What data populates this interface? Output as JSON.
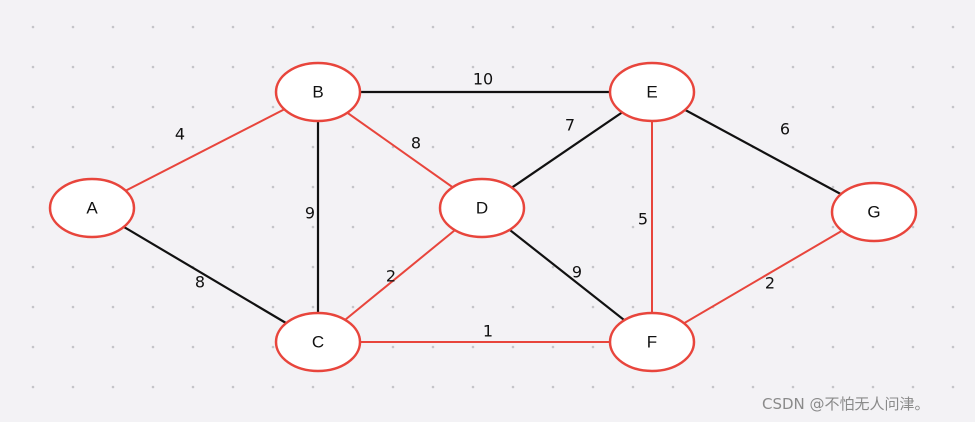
{
  "graph": {
    "nodes": [
      {
        "id": "A",
        "label": "A"
      },
      {
        "id": "B",
        "label": "B"
      },
      {
        "id": "C",
        "label": "C"
      },
      {
        "id": "D",
        "label": "D"
      },
      {
        "id": "E",
        "label": "E"
      },
      {
        "id": "F",
        "label": "F"
      },
      {
        "id": "G",
        "label": "G"
      }
    ],
    "edges": [
      {
        "from": "A",
        "to": "B",
        "weight": "4",
        "highlighted": true
      },
      {
        "from": "A",
        "to": "C",
        "weight": "8",
        "highlighted": false
      },
      {
        "from": "B",
        "to": "C",
        "weight": "9",
        "highlighted": false
      },
      {
        "from": "B",
        "to": "D",
        "weight": "8",
        "highlighted": true
      },
      {
        "from": "B",
        "to": "E",
        "weight": "10",
        "highlighted": false
      },
      {
        "from": "C",
        "to": "D",
        "weight": "2",
        "highlighted": true
      },
      {
        "from": "C",
        "to": "F",
        "weight": "1",
        "highlighted": true
      },
      {
        "from": "D",
        "to": "E",
        "weight": "7",
        "highlighted": false
      },
      {
        "from": "D",
        "to": "F",
        "weight": "9",
        "highlighted": false
      },
      {
        "from": "E",
        "to": "F",
        "weight": "5",
        "highlighted": true
      },
      {
        "from": "E",
        "to": "G",
        "weight": "6",
        "highlighted": false
      },
      {
        "from": "F",
        "to": "G",
        "weight": "2",
        "highlighted": true
      }
    ]
  },
  "colors": {
    "highlight": "#e8453c",
    "normal_edge": "#111111",
    "node_border": "#e8453c",
    "node_fill": "#ffffff",
    "background": "#f3f2f5",
    "grid_dot": "#c4c4c8"
  },
  "watermark": {
    "text": "CSDN @不怕无人问津。"
  }
}
